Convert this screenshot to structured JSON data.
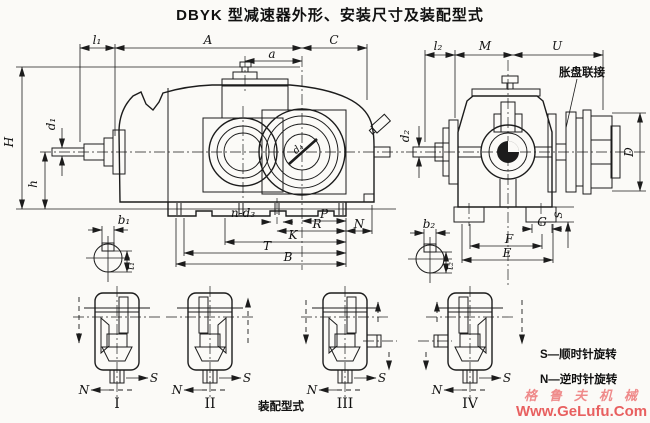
{
  "title": "DBYK 型减速器外形、安装尺寸及装配型式",
  "front_view": {
    "dims": {
      "H": "H",
      "h": "h",
      "d1": "d₁",
      "l1": "l₁",
      "A": "A",
      "a": "a",
      "C": "C",
      "d4": "d₄",
      "nd3": "n-d₃",
      "P": "P",
      "R": "R",
      "N": "N",
      "K": "K",
      "T": "T",
      "B": "B",
      "b1": "b₁",
      "t1": "t₁"
    }
  },
  "side_view": {
    "dims": {
      "l2": "l₂",
      "M": "M",
      "U": "U",
      "d2": "d₂",
      "D": "D",
      "S": "S",
      "G": "G",
      "F": "F",
      "E": "E",
      "b2": "b₂",
      "t2": "t₂"
    },
    "coupling_label": "胀盘联接"
  },
  "assembly": {
    "caption": "装配型式",
    "types": [
      {
        "numeral": "I",
        "n": "N",
        "s": "S"
      },
      {
        "numeral": "II",
        "n": "N",
        "s": "S"
      },
      {
        "numeral": "III",
        "n": "N",
        "s": "S"
      },
      {
        "numeral": "IV",
        "n": "N",
        "s": "S"
      }
    ],
    "legend": {
      "s": "S—顺时针旋转",
      "n": "N—逆时针旋转"
    }
  },
  "watermark": {
    "line1": "格鲁夫机械",
    "line2": "Www.GeLufu.Com"
  }
}
